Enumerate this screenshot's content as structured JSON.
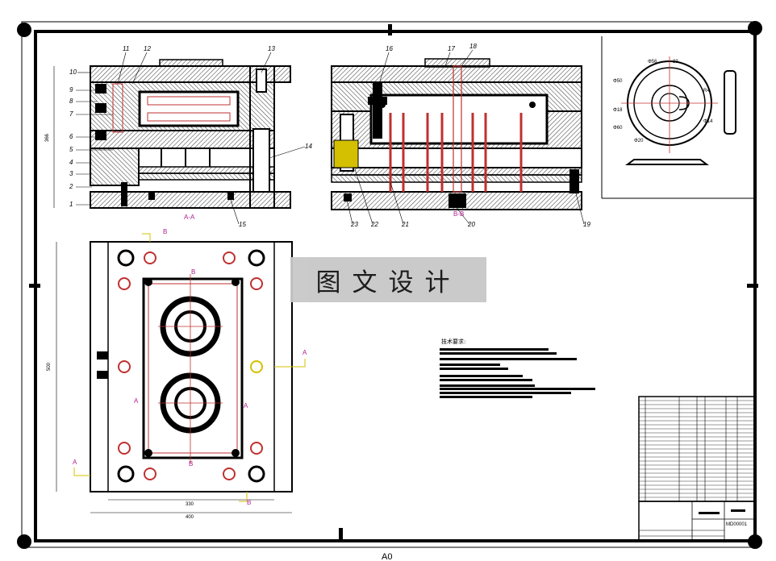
{
  "drawing": {
    "watermark": "图文设计",
    "sheet_label": "A0",
    "notes_title": "技术要求:",
    "part_numbers": [
      "1",
      "2",
      "3",
      "4",
      "5",
      "6",
      "7",
      "8",
      "9",
      "10",
      "11",
      "12",
      "13",
      "14",
      "15",
      "16",
      "17",
      "18",
      "19",
      "20",
      "21",
      "22",
      "23"
    ],
    "section_labels": {
      "aa": "A-A",
      "bb": "B-B"
    },
    "dimensions": {
      "height": "366",
      "width_inner": "330",
      "width_outer": "400",
      "side": "500"
    },
    "view_marks": {
      "a": "A",
      "b": "B"
    },
    "detail_dims": [
      "Φ50",
      "Φ56",
      "Φ60",
      "Φ18",
      "Φ20",
      "Φ14",
      "R4",
      "33",
      "R4"
    ]
  },
  "title_block": {
    "drawing_no": "MD00001"
  },
  "colors": {
    "line": "#000000",
    "hatch": "#5a5a5a",
    "red": "#c03030",
    "yellow": "#d4c000",
    "magenta": "#b02090"
  }
}
